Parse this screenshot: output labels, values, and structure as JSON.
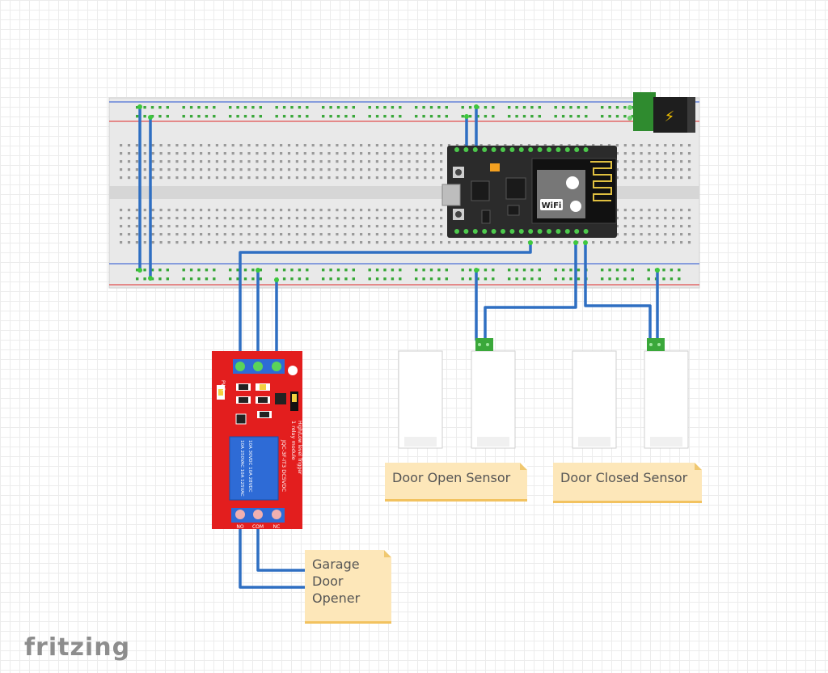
{
  "notes": {
    "door_open": "Door Open Sensor",
    "door_closed": "Door Closed Sensor",
    "garage_line1": "Garage",
    "garage_line2": "Door",
    "garage_line3": "Opener"
  },
  "relay": {
    "title_line1": "1 relay module",
    "title_line2": "High/Low level Trigger",
    "relay_model": "JQC-3F-IT3 DC5VDC",
    "rating_line1": "10A 250VAC  10A 125VAC",
    "rating_line2": "10A 30VDC   10A 28VDC",
    "pwr_label": "PWR",
    "pin_no": "NO",
    "pin_com": "COM",
    "pin_nc": "NC"
  },
  "mcu": {
    "wifi_label": "WiFi"
  },
  "power_jack": {
    "symbol": "⚡"
  },
  "brand": {
    "logo_text": "fritzing"
  },
  "colors": {
    "wire": "#2f6fc2",
    "relay_board": "#e31e1e",
    "mcu_board": "#2b2b2b",
    "note_fill": "#fde7b9",
    "note_border": "#f2c25f",
    "breadboard": "#e9e9e9",
    "jack_green": "#2f8b2f"
  }
}
